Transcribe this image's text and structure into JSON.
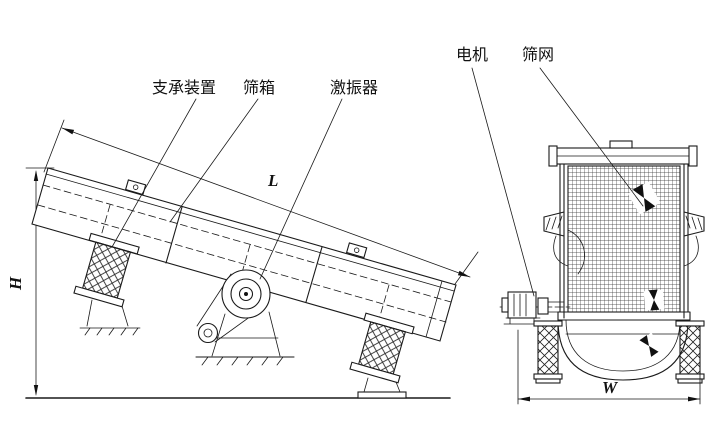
{
  "colors": {
    "background": "#ffffff",
    "line": "#1a1a1a"
  },
  "side_view": {
    "labels": {
      "support_device": "支承装置",
      "screen_box": "筛箱",
      "exciter": "激振器"
    },
    "dims": {
      "length": "L",
      "height": "H"
    }
  },
  "end_view": {
    "labels": {
      "motor": "电机",
      "screen_mesh": "筛网"
    },
    "dims": {
      "width": "W"
    }
  }
}
